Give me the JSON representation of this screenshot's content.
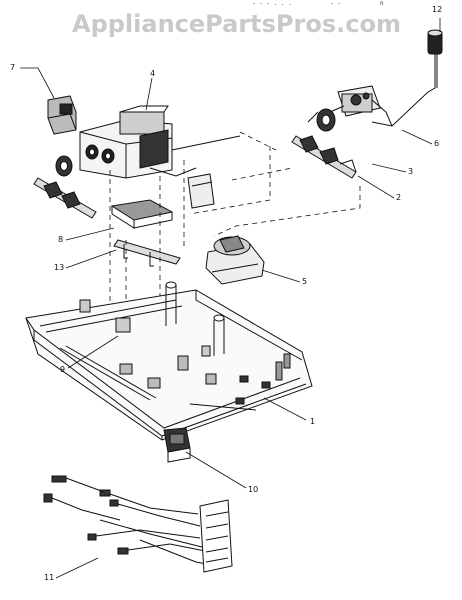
{
  "watermark": "AppliancePartsPros.com",
  "top_fragments": [
    "- - - . . .",
    "- -",
    "n"
  ],
  "callouts": [
    "1",
    "2",
    "3",
    "4",
    "5",
    "6",
    "7",
    "8",
    "9",
    "10",
    "11",
    "12",
    "13"
  ]
}
